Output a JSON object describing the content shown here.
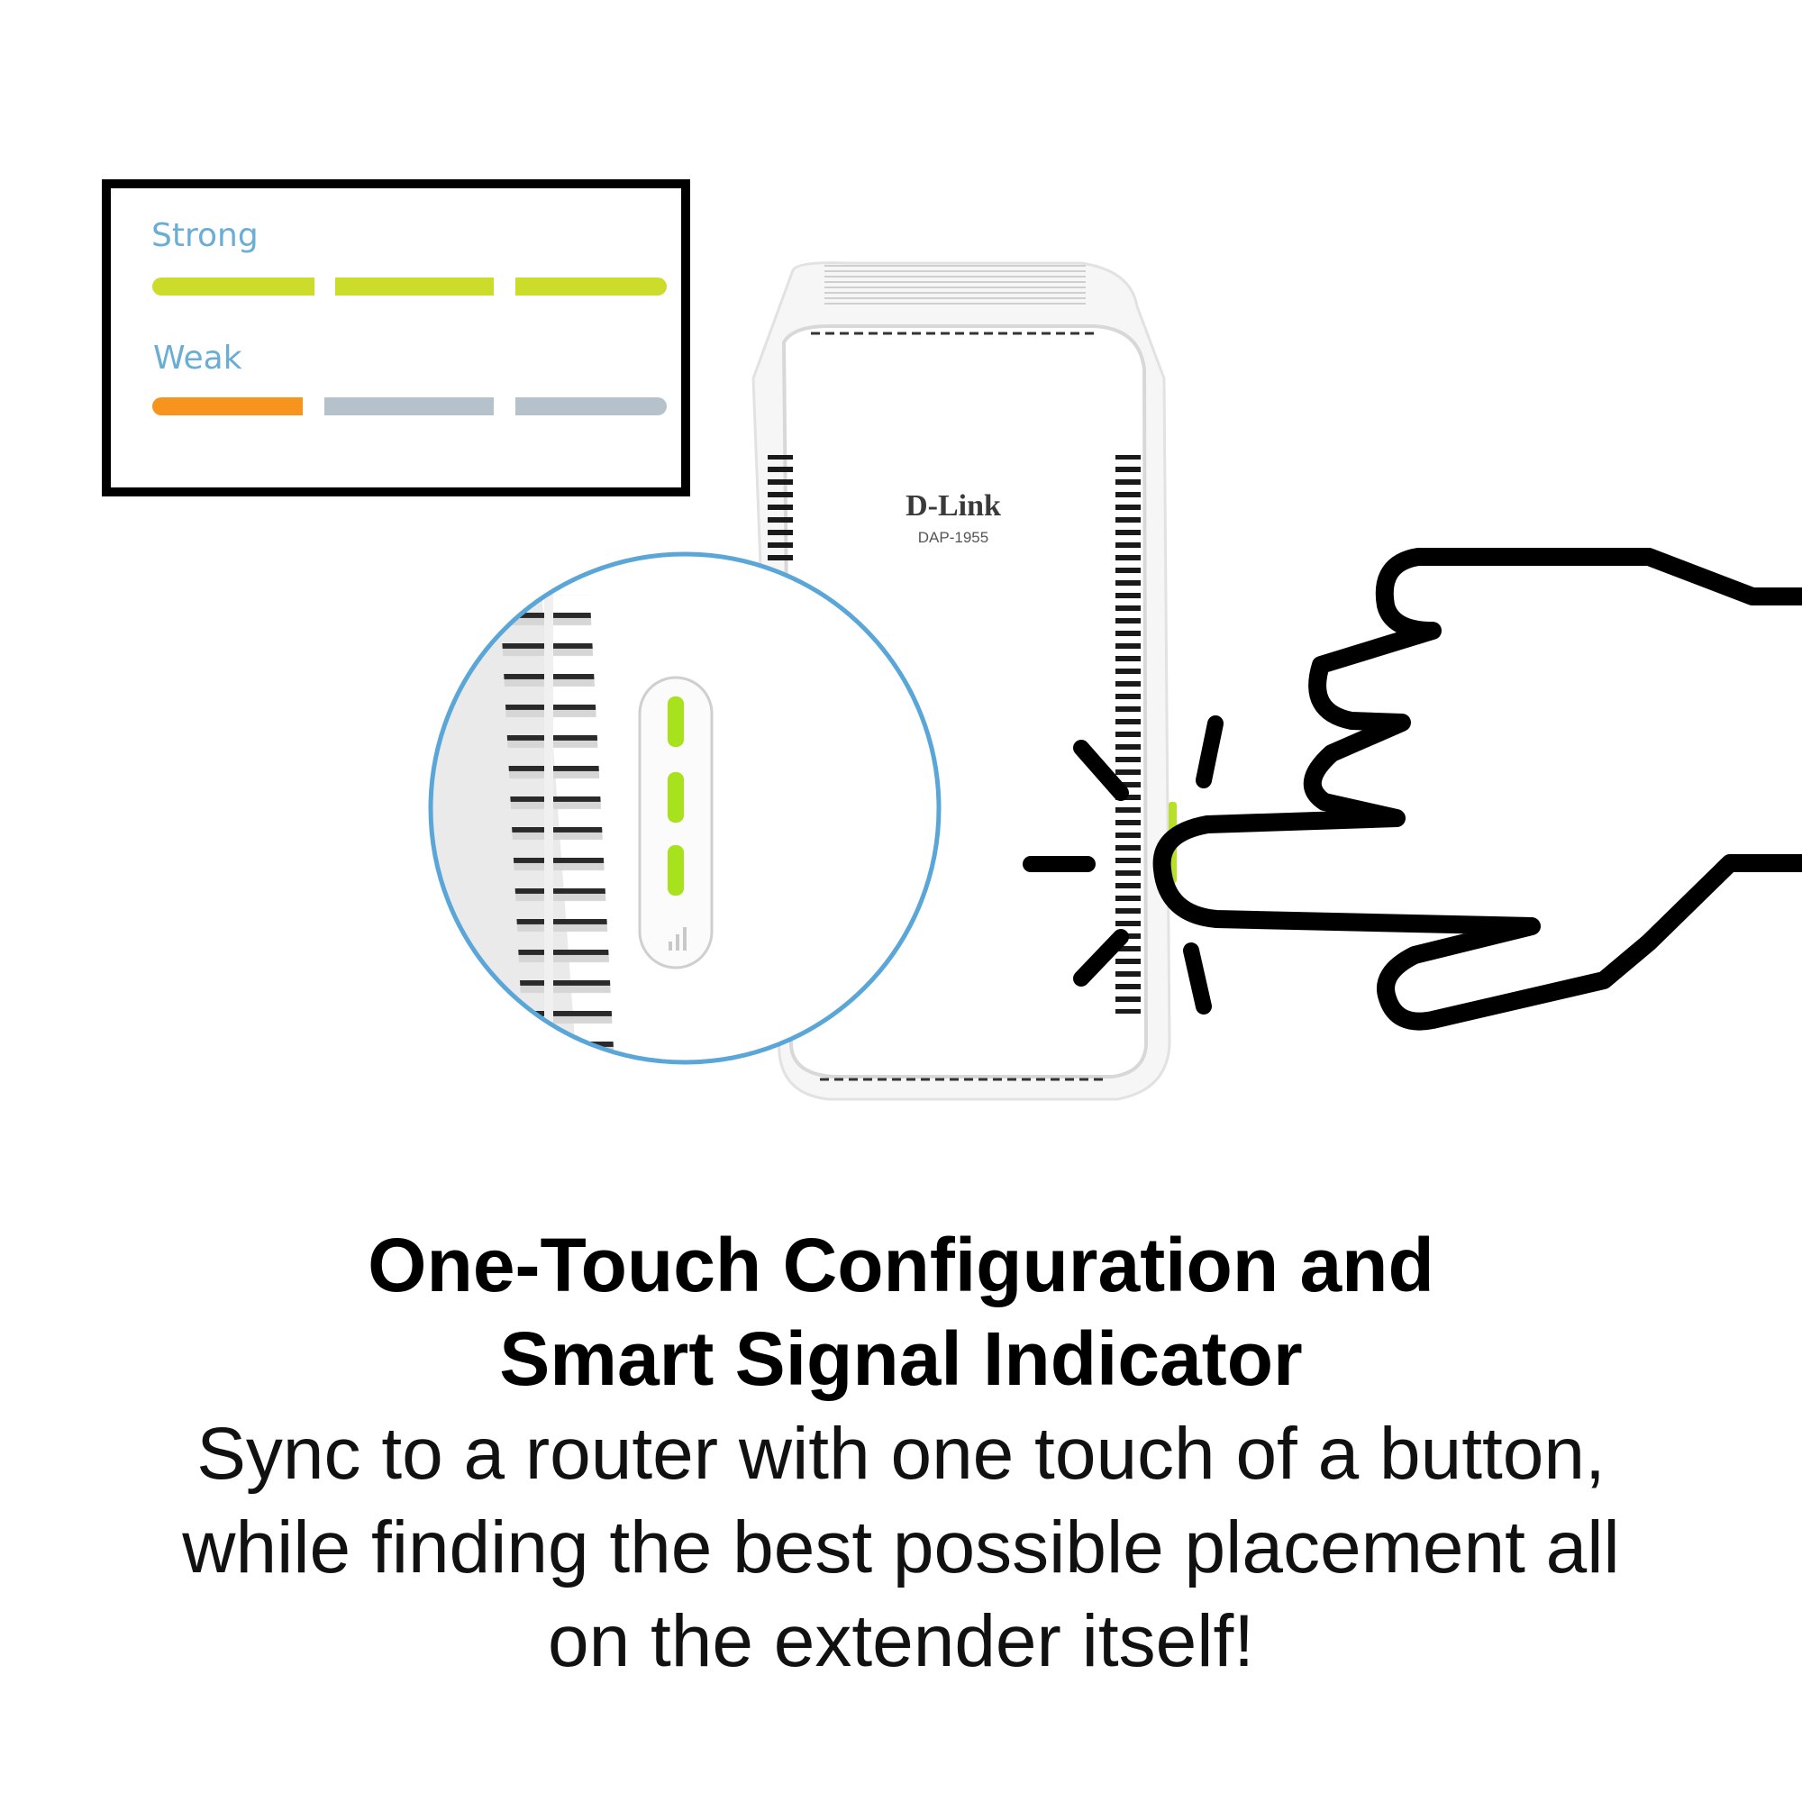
{
  "legend": {
    "strong_label": "Strong",
    "weak_label": "Weak"
  },
  "device": {
    "brand": "D-Link",
    "model": "DAP-1955"
  },
  "signal": {
    "strong_level": 1.0,
    "weak_level": 0.333,
    "leds_lit": 3
  },
  "headline": {
    "line1": "One-Touch Configuration and",
    "line2": "Smart Signal Indicator"
  },
  "body": {
    "line1": "Sync to a router with one touch of a button,",
    "line2": "while finding the best possible placement all",
    "line3": "on the extender itself!"
  },
  "colors": {
    "strong_bar": "#cbdc2a",
    "weak_bar_active": "#f7941d",
    "weak_bar_inactive": "#b6c2cb",
    "label": "#6aaed6",
    "led": "#a8e21c",
    "magnifier_ring": "#5aa6d8"
  },
  "icons": [
    "hand-pressing-icon",
    "press-burst-icon",
    "signal-bars-icon"
  ]
}
